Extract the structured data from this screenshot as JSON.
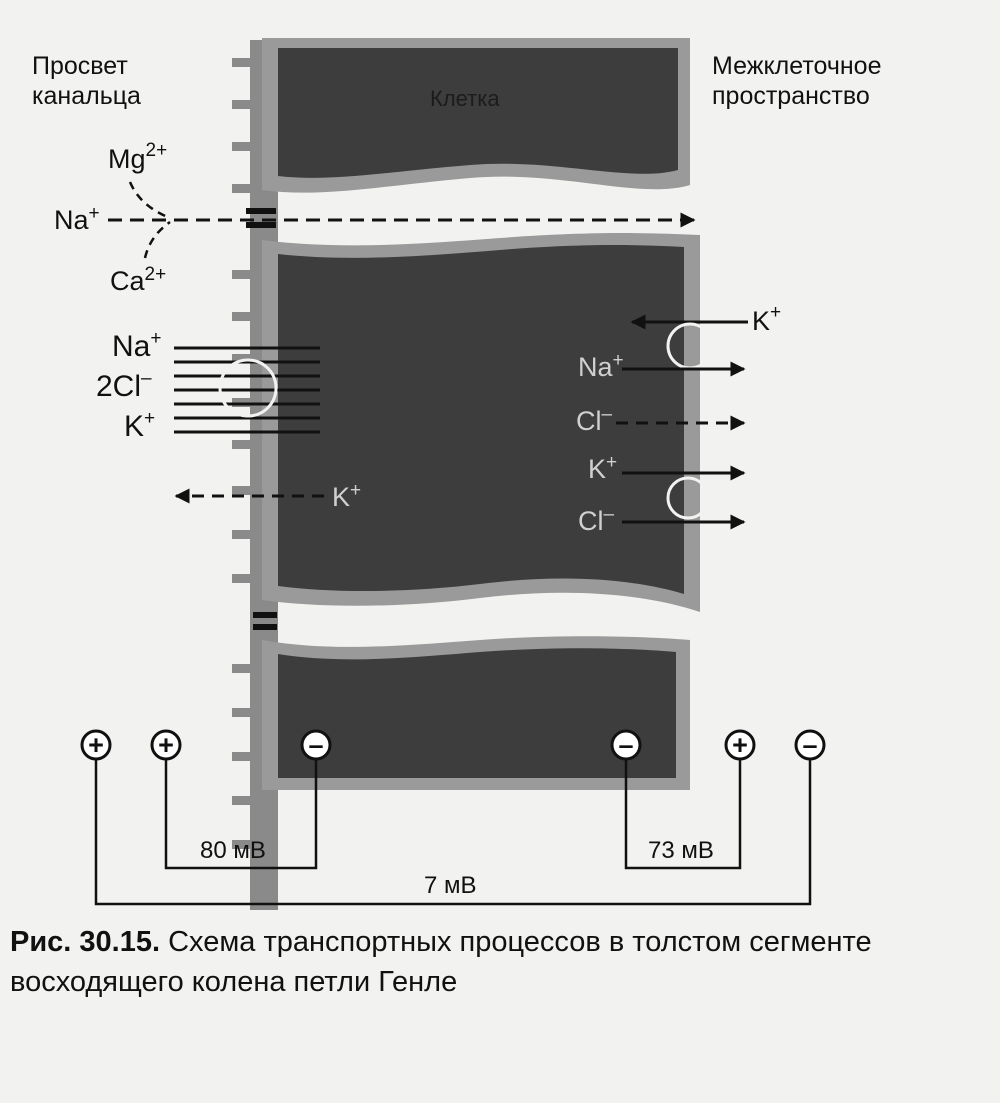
{
  "labels": {
    "lumen_line1": "Просвет",
    "lumen_line2": "канальца",
    "interstitial_line1": "Межклеточное",
    "interstitial_line2": "пространство",
    "cell": "Клетка"
  },
  "ions": {
    "mg": "Mg",
    "mg_charge": "2+",
    "na_para": "Na",
    "na_para_charge": "+",
    "ca": "Ca",
    "ca_charge": "2+",
    "cotrans_na": "Na",
    "cotrans_na_charge": "+",
    "cotrans_cl": "2Cl",
    "cotrans_cl_charge": "–",
    "cotrans_k": "K",
    "cotrans_k_charge": "+",
    "k_apical": "K",
    "k_apical_charge": "+",
    "k_in_basal": "K",
    "k_in_basal_charge": "+",
    "na_out_basal": "Na",
    "na_out_basal_charge": "+",
    "cl_out_basal": "Cl",
    "cl_out_basal_charge": "–",
    "k_out_basal": "K",
    "k_out_basal_charge": "+",
    "cl_out_basal2": "Cl",
    "cl_out_basal2_charge": "–"
  },
  "potentials": {
    "signs": [
      "+",
      "+",
      "–",
      "–",
      "+",
      "–"
    ],
    "apical": "80 мВ",
    "basal": "73 мВ",
    "transepithelial": "7 мВ"
  },
  "caption": {
    "number": "Рис. 30.15.",
    "text": "Схема транспортных процессов в толстом сегменте восходящего колена петли Генле"
  }
}
